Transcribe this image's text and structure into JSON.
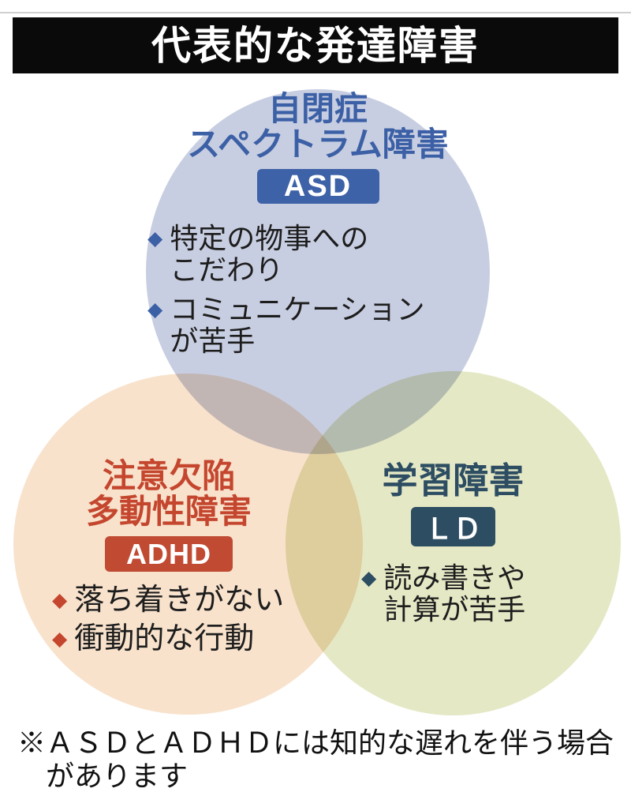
{
  "page": {
    "title": "代表的な発達障害"
  },
  "icons": {
    "bullet_diamond": "◆"
  },
  "colors": {
    "title_bar_bg": "#0a0a0a",
    "title_bar_text": "#ffffff",
    "asd_fill": "#c8cee1",
    "adhd_fill": "#f8e2cc",
    "ld_fill": "#e5e8c5",
    "asd_accent": "#3e62a7",
    "adhd_accent": "#c14a33",
    "ld_accent": "#2d4d62",
    "bullet_text": "#1d1d1d"
  },
  "venn": {
    "asd": {
      "title_lines": [
        "自閉症",
        "スペクトラム障害"
      ],
      "badge": "ASD",
      "bullets": [
        {
          "lines": [
            "特定の物事への",
            "こだわり"
          ]
        },
        {
          "lines": [
            "コミュニケーション",
            "が苦手"
          ]
        }
      ]
    },
    "adhd": {
      "title_lines": [
        "注意欠陥",
        "多動性障害"
      ],
      "badge": "ADHD",
      "bullets": [
        {
          "lines": [
            "落ち着きがない"
          ]
        },
        {
          "lines": [
            "衝動的な行動"
          ]
        }
      ]
    },
    "ld": {
      "title_lines": [
        "学習障害"
      ],
      "badge": "ＬＤ",
      "bullets": [
        {
          "lines": [
            "読み書きや",
            "計算が苦手"
          ]
        }
      ]
    }
  },
  "footnote": {
    "lines": [
      "※ＡＳＤとＡＤＨＤには知的な遅れを伴う場合",
      "があります"
    ]
  }
}
